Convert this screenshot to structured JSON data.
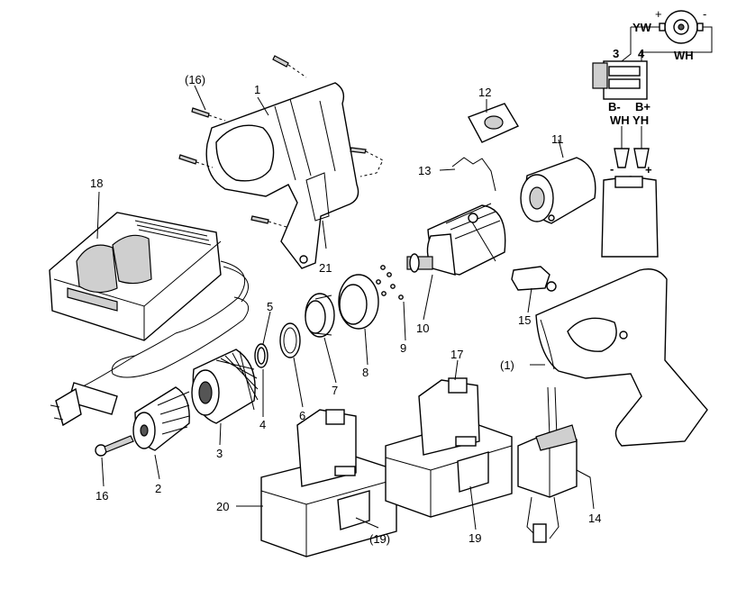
{
  "labels": {
    "p1": "1",
    "p1_ref": "(1)",
    "p2": "2",
    "p3": "3",
    "p4": "4",
    "p5": "5",
    "p6": "6",
    "p7": "7",
    "p8": "8",
    "p9": "9",
    "p10": "10",
    "p11": "11",
    "p12": "12",
    "p13": "13",
    "p14": "14",
    "p15": "15",
    "p16": "16",
    "p16_ref": "(16)",
    "p17": "17",
    "p18": "18",
    "p19": "19",
    "p19_ref": "(19)",
    "p20": "20",
    "p21": "21"
  },
  "wiring": {
    "yw": "YW",
    "wh": "WH",
    "plus": "+",
    "minus": "-",
    "t3": "3",
    "t4": "4",
    "b_minus": "B-",
    "b_plus": "B+",
    "wh_yh": "WH YH",
    "batt_minus": "-",
    "batt_plus": "+"
  }
}
